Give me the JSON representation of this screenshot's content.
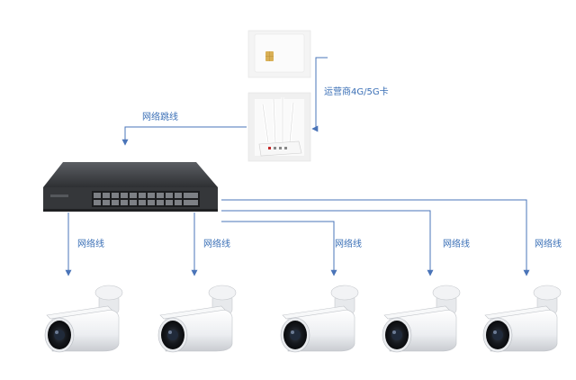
{
  "labels": {
    "sim_card": "运营商4G/5G卡",
    "patch_cable": "网络跳线",
    "network_cable": "网络线"
  },
  "colors": {
    "line": "#4a74b8",
    "switch_body": "#3b3d40",
    "camera_body": "#f3f4f6"
  },
  "icons": {
    "sim": "sim-card-icon",
    "router": "router-icon",
    "switch": "network-switch-icon",
    "camera": "cctv-camera-icon"
  },
  "camera_count": 5
}
